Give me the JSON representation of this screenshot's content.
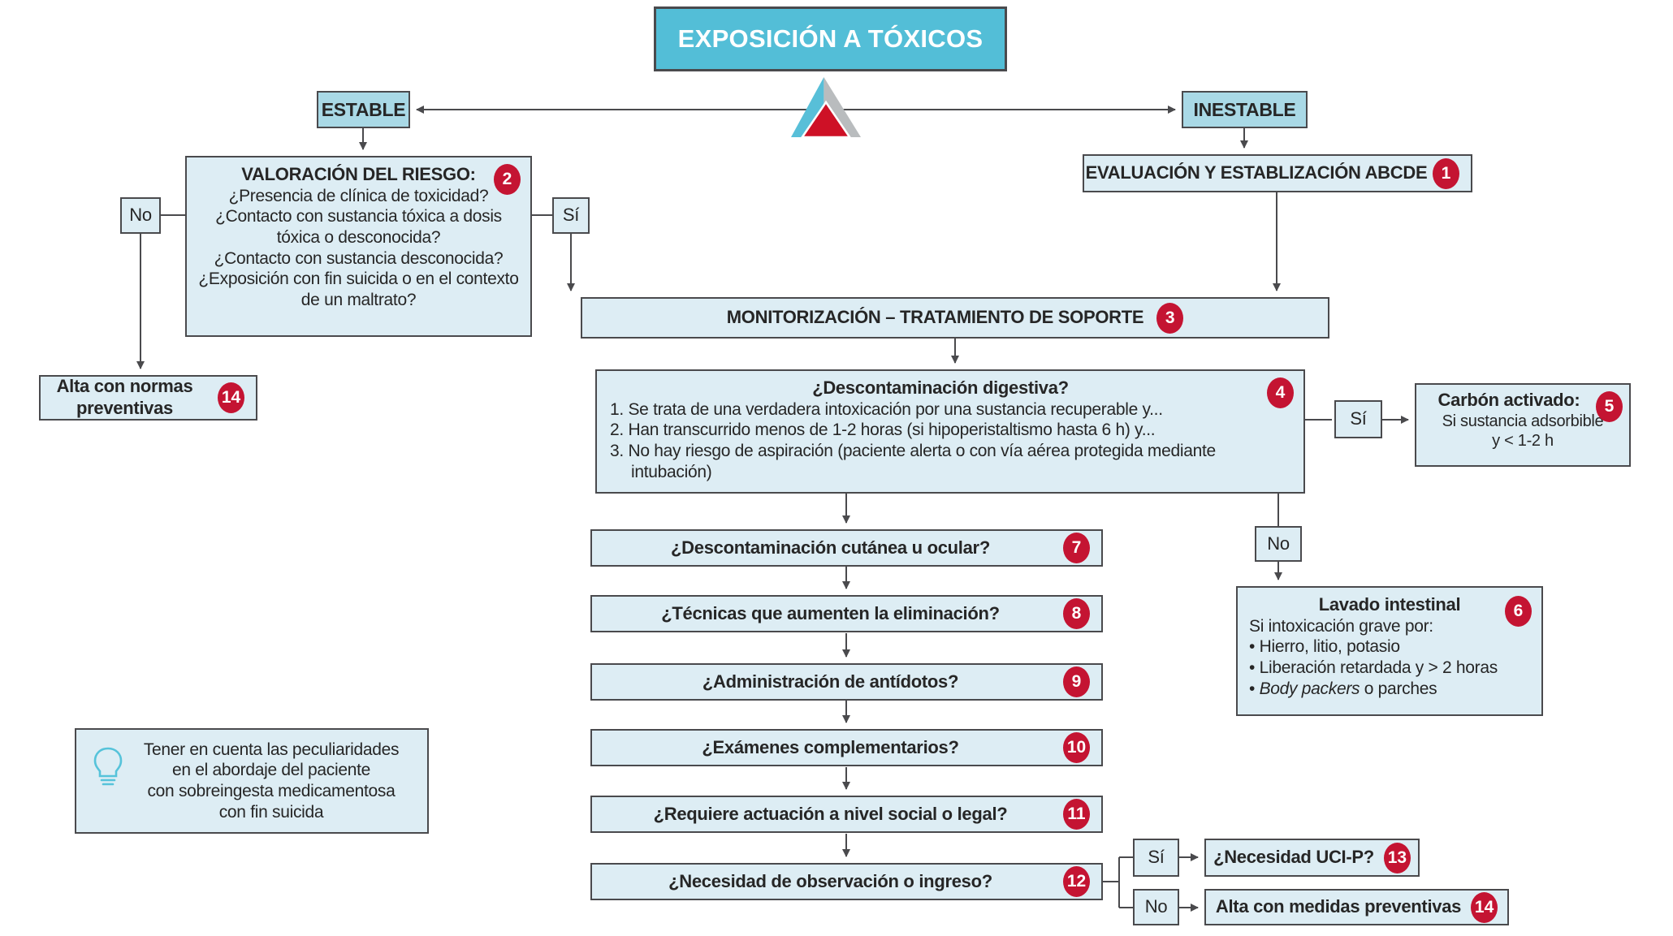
{
  "title": "EXPOSICIÓN A TÓXICOS",
  "branch": {
    "stable": "ESTABLE",
    "unstable": "INESTABLE"
  },
  "connector_labels": {
    "yes": "Sí",
    "no": "No"
  },
  "steps": {
    "abcde": {
      "label": "EVALUACIÓN Y ESTABLIZACIÓN ABCDE",
      "badge": "1"
    },
    "riesgo": {
      "title": "VALORACIÓN DEL RIESGO:",
      "badge": "2",
      "questions": [
        "¿Presencia de clínica de toxicidad?",
        "¿Contacto con sustancia tóxica a dosis tóxica o desconocida?",
        "¿Contacto con sustancia desconocida?",
        "¿Exposición con fin suicida o en el contexto de un maltrato?"
      ]
    },
    "monitorizacion": {
      "label": "MONITORIZACIÓN – TRATAMIENTO DE SOPORTE",
      "badge": "3"
    },
    "digestiva": {
      "title": "¿Descontaminación digestiva?",
      "badge": "4",
      "criteria": [
        "1. Se trata de una verdadera intoxicación por una sustancia recuperable y...",
        "2. Han transcurrido menos de 1-2 horas (si hipoperistaltismo hasta 6 h)  y...",
        "3. No hay riesgo de aspiración (paciente alerta o con vía aérea protegida mediante intubación)"
      ]
    },
    "carbon": {
      "title": "Carbón activado:",
      "badge": "5",
      "body": "Si sustancia adsorbible y < 1-2 h"
    },
    "lavado": {
      "title": "Lavado intestinal",
      "badge": "6",
      "intro": "Si intoxicación grave por:",
      "bullets": [
        {
          "text": "Hierro, litio, potasio"
        },
        {
          "text": "Liberación retardada y > 2 horas"
        },
        {
          "italic": "Body packers",
          "text": " o parches"
        }
      ]
    },
    "chain": [
      {
        "label": "¿Descontaminación cutánea u ocular?",
        "badge": "7"
      },
      {
        "label": "¿Técnicas que aumenten la eliminación?",
        "badge": "8"
      },
      {
        "label": "¿Administración de antídotos?",
        "badge": "9"
      },
      {
        "label": "¿Exámenes complementarios?",
        "badge": "10"
      },
      {
        "label": "¿Requiere actuación a nivel social o legal?",
        "badge": "11"
      },
      {
        "label": "¿Necesidad de observación o ingreso?",
        "badge": "12"
      }
    ],
    "uci": {
      "label": "¿Necesidad UCI-P?",
      "badge": "13"
    },
    "alta_normas": {
      "label": "Alta con normas preventivas",
      "badge": "14"
    },
    "alta_medidas": {
      "label": "Alta con medidas preventivas",
      "badge": "14"
    }
  },
  "note": {
    "icon": "lightbulb-icon",
    "lines": [
      "Tener en cuenta las peculiaridades",
      "en el abordaje del paciente",
      "con sobreingesta medicamentosa",
      "con fin suicida"
    ]
  },
  "colors": {
    "title_bg": "#53bed7",
    "branch_bg": "#a9d9e6",
    "box_bg": "#ddedf4",
    "border": "#4a4a4d",
    "badge": "#c41432",
    "text": "#262626",
    "bulb": "#56c3da",
    "tri_teal": "#58bfd8",
    "tri_gray": "#b9bcbe",
    "tri_red": "#ce1126"
  }
}
